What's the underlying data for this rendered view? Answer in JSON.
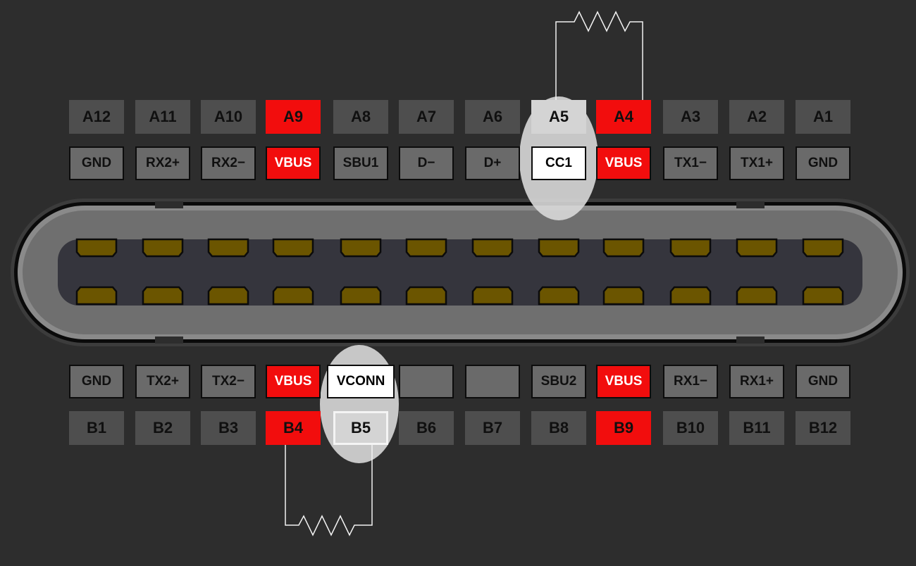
{
  "colors": {
    "background": "#2d2d2d",
    "pin_gray": "#4e4e4e",
    "signal_gray": "#6a6a6a",
    "vbus_red": "#f20d0d",
    "highlight_light": "#d4d4d4",
    "highlight_white": "#ffffff",
    "contact_gold": "#6b5500",
    "receptacle_gray": "#6f6f6f",
    "tongue_dark": "#35353d"
  },
  "row_a": [
    {
      "pin": "A12",
      "signal": "GND"
    },
    {
      "pin": "A11",
      "signal": "RX2+"
    },
    {
      "pin": "A10",
      "signal": "RX2−"
    },
    {
      "pin": "A9",
      "signal": "VBUS"
    },
    {
      "pin": "A8",
      "signal": "SBU1"
    },
    {
      "pin": "A7",
      "signal": "D−"
    },
    {
      "pin": "A6",
      "signal": "D+"
    },
    {
      "pin": "A5",
      "signal": "CC1"
    },
    {
      "pin": "A4",
      "signal": "VBUS"
    },
    {
      "pin": "A3",
      "signal": "TX1−"
    },
    {
      "pin": "A2",
      "signal": "TX1+"
    },
    {
      "pin": "A1",
      "signal": "GND"
    }
  ],
  "row_b": [
    {
      "pin": "B1",
      "signal": "GND"
    },
    {
      "pin": "B2",
      "signal": "TX2+"
    },
    {
      "pin": "B3",
      "signal": "TX2−"
    },
    {
      "pin": "B4",
      "signal": "VBUS"
    },
    {
      "pin": "B5",
      "signal": "VCONN"
    },
    {
      "pin": "B6",
      "signal": ""
    },
    {
      "pin": "B7",
      "signal": ""
    },
    {
      "pin": "B8",
      "signal": "SBU2"
    },
    {
      "pin": "B9",
      "signal": "VBUS"
    },
    {
      "pin": "B10",
      "signal": "RX1−"
    },
    {
      "pin": "B11",
      "signal": "RX1+"
    },
    {
      "pin": "B12",
      "signal": "GND"
    }
  ],
  "highlights": {
    "top": {
      "pin": "A5",
      "signal": "CC1",
      "resistor_to": "A4"
    },
    "bottom": {
      "pin": "B5",
      "signal": "VCONN",
      "resistor_to": "B4"
    }
  },
  "contacts_per_row": 12
}
